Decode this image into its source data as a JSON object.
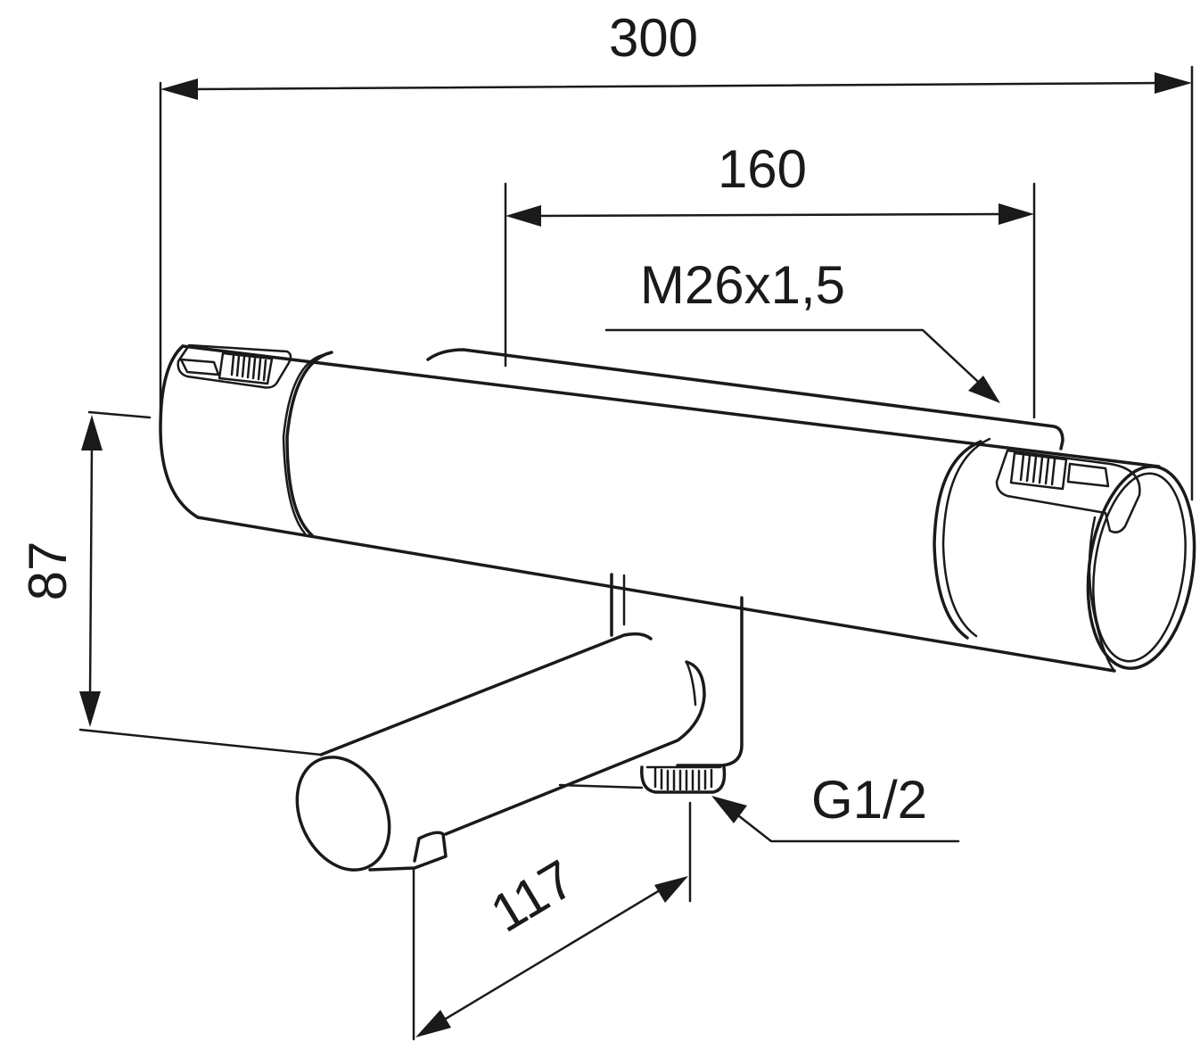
{
  "drawing": {
    "dimensions": {
      "overall_width": "300",
      "connection_spacing": "160",
      "outlet_thread": "M26x1,5",
      "height": "87",
      "spout_length": "117",
      "inlet_thread": "G1/2"
    },
    "colors": {
      "line": "#1a1a1a",
      "background": "#ffffff"
    }
  }
}
